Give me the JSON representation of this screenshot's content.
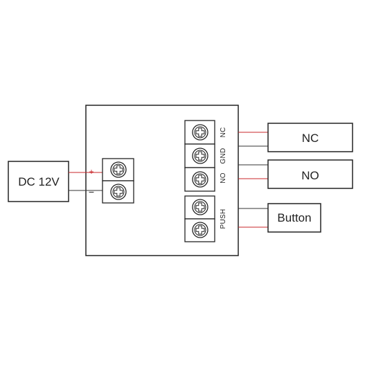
{
  "power_supply": {
    "label": "DC 12V"
  },
  "polarity": {
    "positive": "+",
    "negative": "−",
    "positive_color": "#c8262a",
    "negative_color": "#222222"
  },
  "terminals": [
    "NC",
    "GND",
    "NO",
    "PUSH"
  ],
  "outputs": {
    "nc_label": "NC",
    "no_label": "NO",
    "button_label": "Button"
  },
  "colors": {
    "red_wire": "#c8262a",
    "black_wire": "#333333",
    "outline": "#222222"
  }
}
